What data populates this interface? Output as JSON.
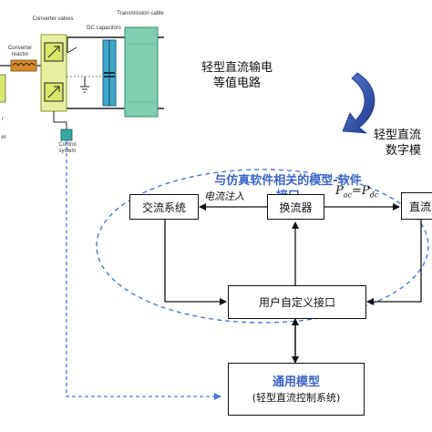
{
  "circuit": {
    "converter_valves": "Converter valves",
    "dc_capacitors": "DC capacitors",
    "transmission_cable": "Transmission cable",
    "converter_reactor": "Converter reactor",
    "control_system": "Control system",
    "left_r": "r",
    "left_er": "er"
  },
  "labels": {
    "equiv_circuit": [
      "轻型直流输电",
      "等值电路"
    ],
    "digital_model": [
      "轻型直流",
      "数字模"
    ],
    "interface_title": [
      "与仿真软件相关的模型-软件",
      "接口"
    ],
    "current_injection": "电流注入",
    "power_eq": "P",
    "power_ac_sub": "ac",
    "power_eq_mid": "=P",
    "power_dc_sub": "dc"
  },
  "blocks": {
    "ac_system": "交流系统",
    "converter": "换流器",
    "dc_partial": "直流",
    "user_interface": "用户自定义接口",
    "general_model_title": "通用模型",
    "general_model_sub": "(轻型直流控制系统)"
  },
  "colors": {
    "valve_fill": "#d8e86a",
    "cable_fill": "#7fcfb0",
    "capacitor_fill": "#3fa8c8",
    "arrow_blue": "#2f4fa8",
    "dash_blue": "#4a78d8",
    "title_blue": "#3a64c8",
    "control_fill": "#3aa4a0"
  }
}
